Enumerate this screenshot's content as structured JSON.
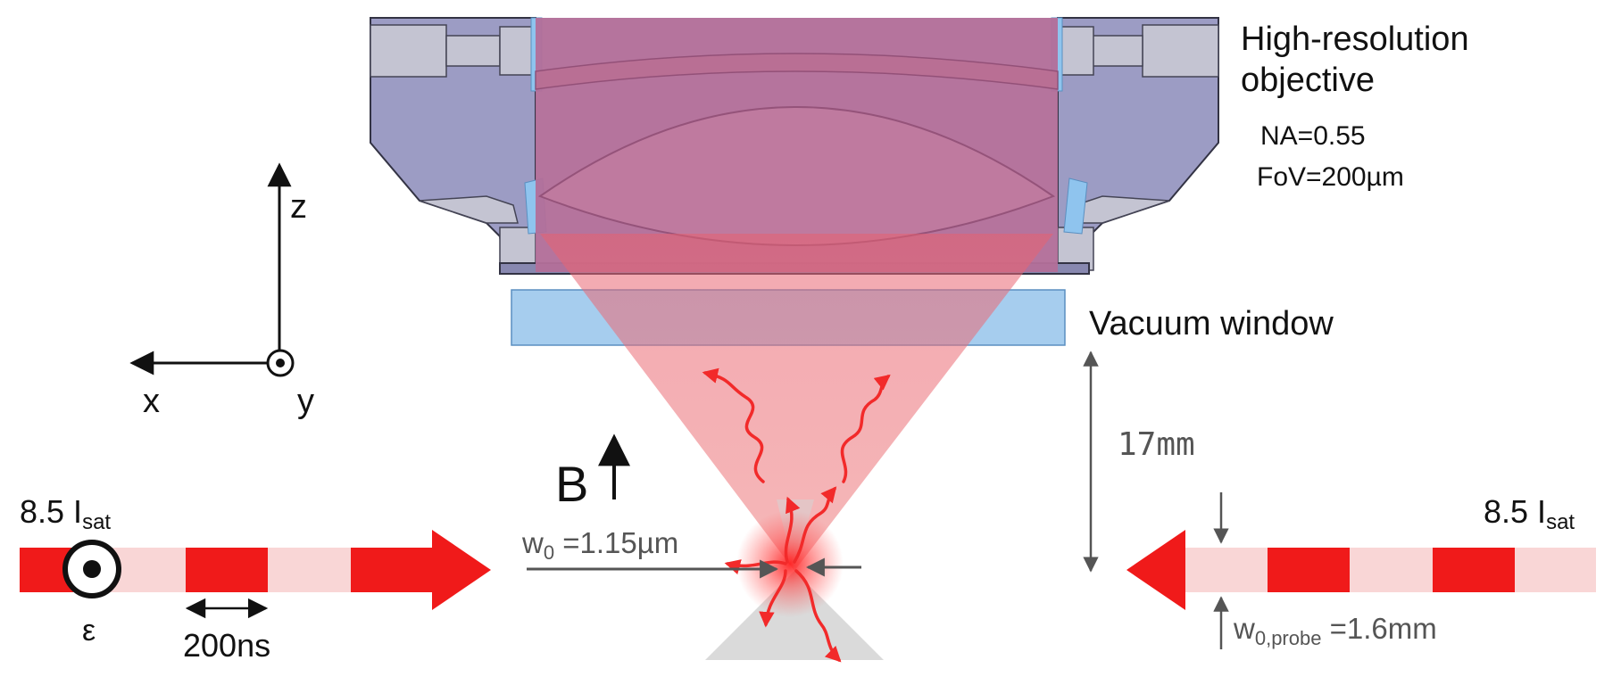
{
  "objective": {
    "title_line1": "High-resolution",
    "title_line2": "objective",
    "na": "NA=0.55",
    "fov": "FoV=200µm"
  },
  "vacuum_window": {
    "label": "Vacuum window"
  },
  "distance": {
    "label": "17mm"
  },
  "axes": {
    "z": "z",
    "x": "x",
    "y": "y"
  },
  "field": {
    "label": "B"
  },
  "left_beam": {
    "intensity_value": "8.5 I",
    "intensity_sub": "sat",
    "polarization": "ε",
    "pulse_length": "200ns",
    "pulse_duty": 0.5
  },
  "right_beam": {
    "intensity_value": "8.5 I",
    "intensity_sub": "sat",
    "waist_prefix": "w",
    "waist_sub": "0,probe",
    "waist_value": " =1.6mm"
  },
  "focus": {
    "waist_prefix": "w",
    "waist_sub": "0",
    "waist_value": " =1.15µm"
  },
  "colors": {
    "beam_red": "#f01a1a",
    "beam_pale": "#f9d6d6",
    "mount_purple": "#9b9bc3",
    "glass_blue": "#a6cdee",
    "light_cone": "#e84a5f"
  }
}
